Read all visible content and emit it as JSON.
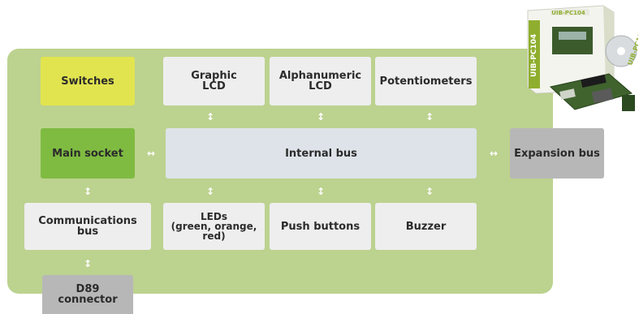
{
  "diagram": {
    "blocks": {
      "switches": "Switches",
      "graphic_lcd": "Graphic\nLCD",
      "alphanumeric_lcd": "Alphanumeric\nLCD",
      "potentiometers": "Potentiometers",
      "main_socket": "Main socket",
      "internal_bus": "Internal bus",
      "expansion_bus": "Expansion bus",
      "communications_bus": "Communications bus",
      "leds": "LEDs\n(green, orange,\nred)",
      "push_buttons": "Push buttons",
      "buzzer": "Buzzer",
      "d89_connector": "D89 connector"
    },
    "product_box_text": "UIB-PC104",
    "colors": {
      "panel": "#bcd28f",
      "switches": "#e2e44f",
      "main_socket": "#7fbb41",
      "internal_bus": "#dde3e9",
      "peripheral": "#eeeeee",
      "external": "#b7b7b7"
    }
  }
}
